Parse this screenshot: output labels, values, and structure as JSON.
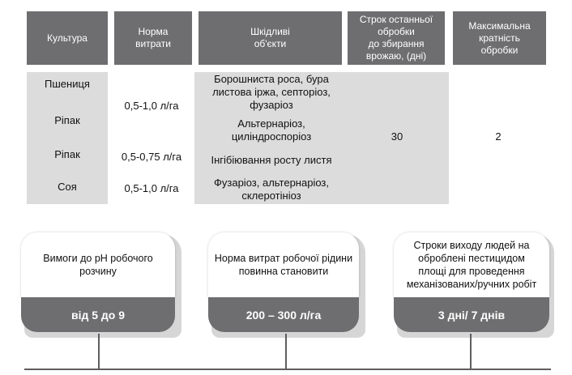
{
  "table": {
    "headers": [
      "Культура",
      "Норма\nвитрати",
      "Шкідливі\nоб'єкти",
      "Строк останньої\nобробки\nдо збирання\nврожаю, (дні)",
      "Максимальна\nкратність\nобробки"
    ],
    "crops": [
      "Пшениця",
      "Ріпак",
      "Ріпак",
      "Соя"
    ],
    "rates": [
      "0,5-1,0 л/га",
      "0,5-0,75 л/га",
      "0,5-1,0 л/га"
    ],
    "targets": [
      "Борошниста роса, бура\nлистова іржа, септоріоз,\nфузаріоз",
      "Альтернаріоз,\nциліндроспоріоз",
      "Інгібіювання росту листя",
      "Фузаріоз, альтернаріоз,\nсклеротініоз"
    ],
    "days": "30",
    "multiplicity": "2"
  },
  "cards": [
    {
      "title": "Вимоги до рН робочого\nрозчину",
      "value": "від 5 до 9"
    },
    {
      "title": "Норма витрат робочої рідини\nповинна становити",
      "value": "200 – 300 л/га"
    },
    {
      "title": "Строки виходу людей на\nоброблені пестицидом\nплощі для проведення\nмеханізованих/ручних робіт",
      "value": "3 дні/ 7 днів"
    }
  ]
}
